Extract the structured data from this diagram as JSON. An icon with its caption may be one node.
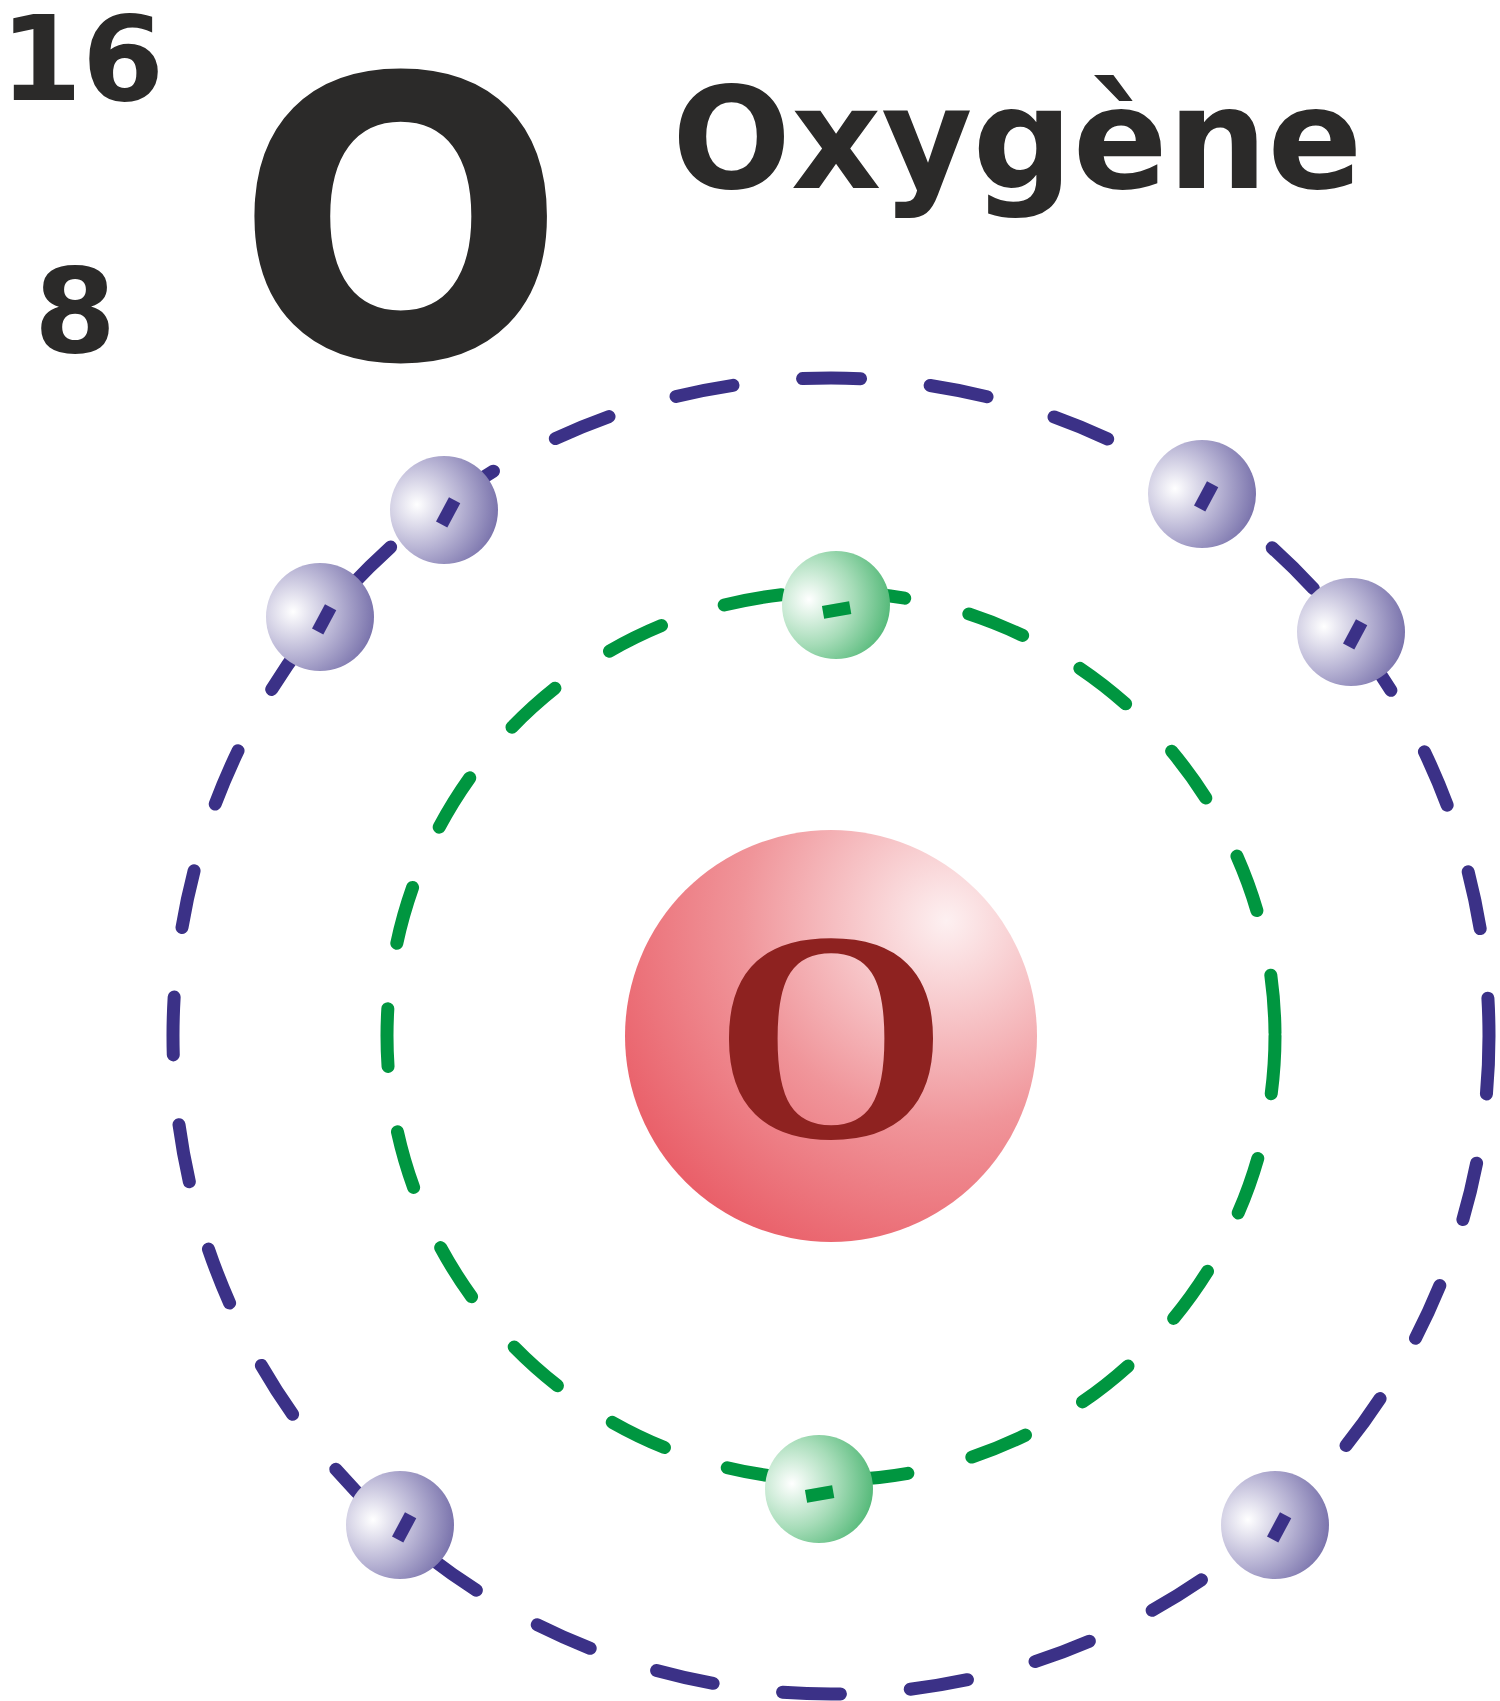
{
  "diagram": {
    "nodes": [
      {
        "text": [
          "O"
        ]
      },
      {
        "text": [
          "-"
        ]
      },
      {
        "text": [
          "-"
        ]
      },
      {
        "text": [
          "-"
        ]
      },
      {
        "text": [
          "-"
        ]
      },
      {
        "text": [
          "-"
        ]
      },
      {
        "text": [
          "-"
        ]
      },
      {
        "text": [
          "-"
        ]
      },
      {
        "text": [
          "-"
        ]
      }
    ],
    "labels": [
      "16",
      "8",
      "O",
      "Oxygène"
    ]
  }
}
